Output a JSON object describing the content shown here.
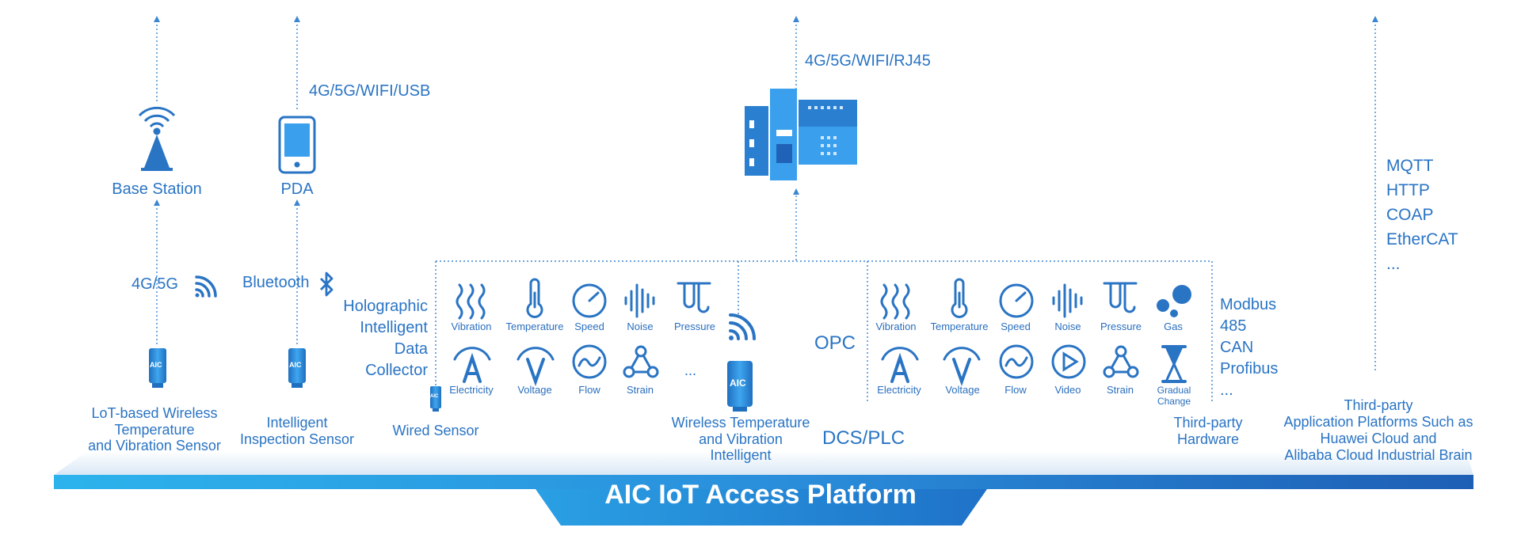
{
  "platform": {
    "title": "AIC IoT Access Platform"
  },
  "top_links": {
    "pda": "4G/5G/WIFI/USB",
    "dcs": "4G/5G/WIFI/RJ45"
  },
  "left": {
    "base_station": "Base Station",
    "pda": "PDA",
    "cellular": "4G/5G",
    "bluetooth": "Bluetooth",
    "wireless_sensor": [
      "LoT-based Wireless",
      "Temperature",
      "and Vibration Sensor"
    ],
    "inspection_sensor": [
      "Intelligent",
      "Inspection Sensor"
    ],
    "wired_sensor": "Wired Sensor",
    "collector": [
      "Holographic",
      "Intelligent",
      "Data",
      "Collector"
    ],
    "aic_badge": "AIC"
  },
  "collector_group": {
    "row1": [
      "Vibration",
      "Temperature",
      "Speed",
      "Noise",
      "Pressure"
    ],
    "row2": [
      "Electricity",
      "Voltage",
      "Flow",
      "Strain"
    ],
    "more": "...",
    "wireless_label": [
      "Wireless Temperature",
      "and Vibration",
      "Intelligent"
    ]
  },
  "opc": {
    "label": "OPC",
    "row1": [
      "Vibration",
      "Temperature",
      "Speed",
      "Noise",
      "Pressure",
      "Gas"
    ],
    "row2": [
      "Electricity",
      "Voltage",
      "Flow",
      "Video",
      "Strain"
    ],
    "gradual": [
      "Gradual",
      "Change"
    ]
  },
  "dcs_plc": "DCS/PLC",
  "fieldbus": [
    "Modbus",
    "485",
    "CAN",
    "Profibus",
    "..."
  ],
  "third_party_hardware": [
    "Third-party",
    "Hardware"
  ],
  "protocols": [
    "MQTT",
    "HTTP",
    "COAP",
    "EtherCAT",
    "..."
  ],
  "cloud": [
    "Third-party",
    "Application Platforms Such as",
    "Huawei Cloud  and",
    "Alibaba Cloud Industrial Brain"
  ],
  "colors": {
    "primary": "#2a74c4",
    "platform_dark": "#1e62b8",
    "platform_light": "#2aa5e6"
  }
}
